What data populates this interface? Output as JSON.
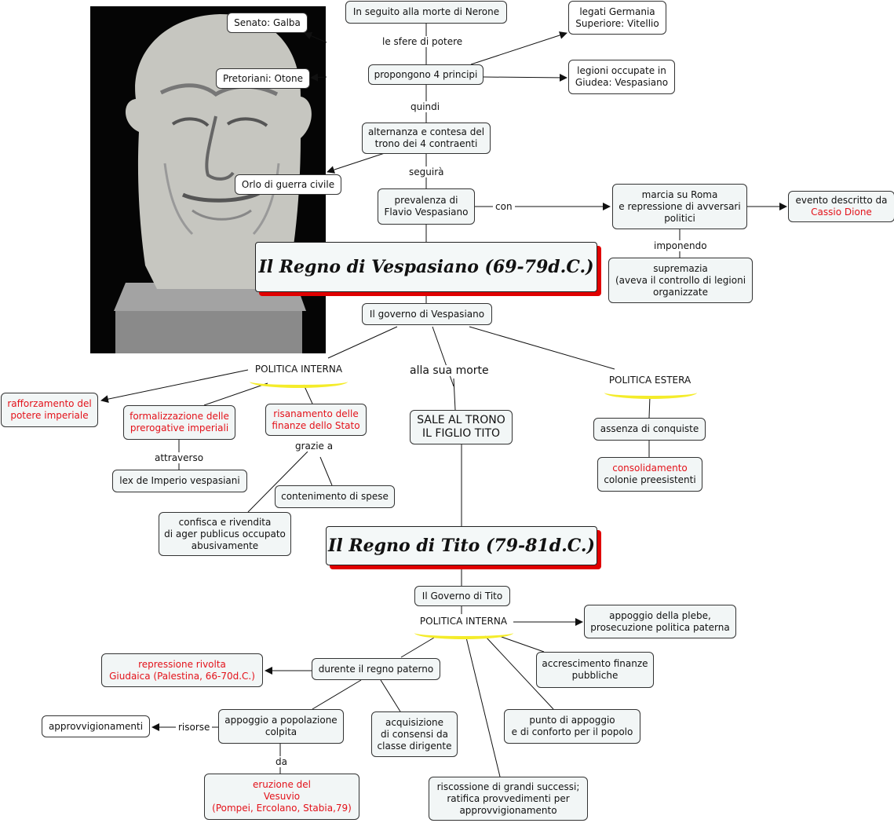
{
  "portrait": {
    "name": "bust-of-vespasian"
  },
  "nodes": {
    "morte_nerone": "In seguito alla morte di Nerone",
    "senato": "Senato: Galba",
    "pretoriani": "Pretoriani: Otone",
    "germania": "legati Germania\nSuperiore: Vitellio",
    "giudea": "legioni occupate in\nGiudea: Vespasiano",
    "propongono": "propongono 4 principi",
    "alternanza": "alternanza e contesa del\ntrono dei 4 contraenti",
    "orlo": "Orlo di guerra civile",
    "prevalenza": "prevalenza di\nFlavio Vespasiano",
    "marcia": "marcia su Roma\ne repressione di avversari\npolitici",
    "evento": "evento descritto da",
    "evento_red": "Cassio Dione",
    "supremazia": "supremazia\n(aveva il controllo di legioni\norganizzate",
    "governo_vesp": "Il governo di Vespasiano",
    "rafforzamento": "rafforzamento del\npotere imperiale",
    "formalizzazione": "formalizzazione delle\nprerogative imperiali",
    "risanamento": "risanamento delle\nfinanze dello Stato",
    "lex": "lex de Imperio vespasiani",
    "contenimento": "contenimento di spese",
    "confisca": "confisca e rivendita\ndi ager publicus occupato\nabusivamente",
    "sale": "SALE AL TRONO\nIL FIGLIO TITO",
    "assenza": "assenza di conquiste",
    "consolidamento_red": "consolidamento",
    "consolidamento": "colonie preesistenti",
    "governo_tito": "Il Governo di Tito",
    "appoggio_plebe": "appoggio della plebe,\nprosecuzione politica paterna",
    "repressione": "repressione rivolta\nGiudaica (Palestina, 66-70d.C.)",
    "durante": "durente il regno paterno",
    "accrescimento": "accrescimento finanze\npubbliche",
    "approvvigionamenti": "approvvigionamenti",
    "appoggio_pop": "appoggio a popolazione\ncolpita",
    "acquisizione": "acquisizione\ndi consensi da\nclasse dirigente",
    "punto": "punto di appoggio\ne di conforto per il popolo",
    "eruzione": "eruzione del\nVesuvio\n(Pompei, Ercolano, Stabia,79)",
    "riscossione": "riscossione di grandi successi;\nratifica provvedimenti per\napprovvigionamento"
  },
  "titles": {
    "vespasiano": "Il Regno di Vespasiano (69-79d.C.)",
    "tito": "Il Regno di Tito (79-81d.C.)"
  },
  "plain": {
    "politica_interna_1": "POLITICA INTERNA",
    "politica_estera": "POLITICA ESTERA",
    "politica_interna_2": "POLITICA INTERNA",
    "alla_sua_morte": "alla sua morte"
  },
  "links": {
    "sfere": "le sfere di potere",
    "quindi": "quindi",
    "seguira": "seguirà",
    "con": "con",
    "imponendo": "imponendo",
    "attraverso": "attraverso",
    "grazie": "grazie a",
    "risorse": "risorse",
    "da": "da"
  }
}
